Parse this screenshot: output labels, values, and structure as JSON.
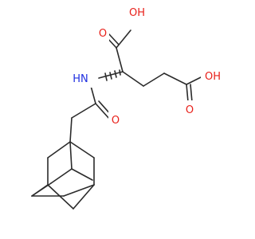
{
  "diagram": {
    "colors": {
      "bond": "#2b2b2b",
      "oxygen": "#e8201a",
      "nitrogen": "#1f2fe0"
    },
    "labels": {
      "oh_alpha": "OH",
      "o_alpha": "O",
      "nh": "HN",
      "o_amide": "O",
      "oh_side": "OH",
      "o_side": "O"
    }
  }
}
